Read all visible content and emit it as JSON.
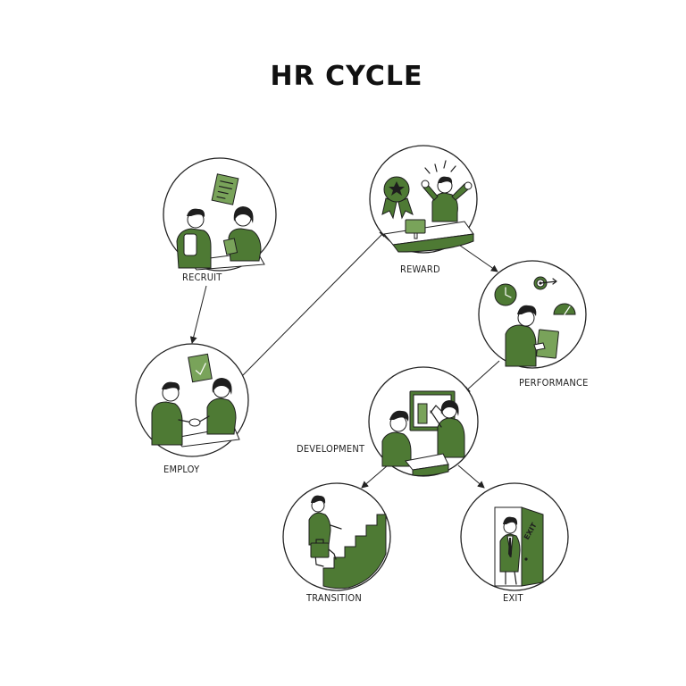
{
  "title": "HR CYCLE",
  "colors": {
    "accent_green": "#4e7a34",
    "accent_green_light": "#79a35a",
    "ink": "#1e1e1e"
  },
  "nodes": {
    "recruit": {
      "label": "RECRUIT"
    },
    "employ": {
      "label": "EMPLOY"
    },
    "reward": {
      "label": "REWARD"
    },
    "performance": {
      "label": "PERFORMANCE"
    },
    "development": {
      "label": "DEVELOPMENT"
    },
    "transition": {
      "label": "TRANSITION"
    },
    "exit": {
      "label": "EXIT",
      "door_sign": "EXIT"
    }
  },
  "edges": [
    {
      "from": "recruit",
      "to": "employ"
    },
    {
      "from": "employ",
      "to": "reward"
    },
    {
      "from": "reward",
      "to": "performance"
    },
    {
      "from": "performance",
      "to": "development"
    },
    {
      "from": "development",
      "to": "transition"
    },
    {
      "from": "development",
      "to": "exit"
    }
  ]
}
